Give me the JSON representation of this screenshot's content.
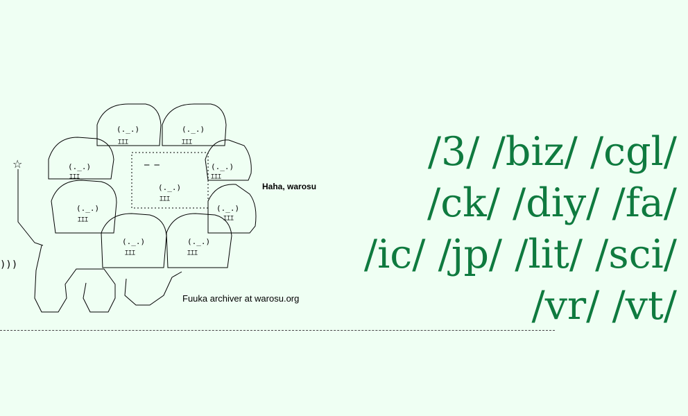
{
  "caption_haha": "Haha, warosu",
  "caption_fuuka": "Fuuka archiver at warosu.org",
  "boards": [
    [
      "/3/",
      "/biz/",
      "/cgl/"
    ],
    [
      "/ck/",
      "/diy/",
      "/fa/"
    ],
    [
      "/ic/",
      "/jp/",
      "/lit/",
      "/sci/"
    ],
    [
      "/vr/",
      "/vt/"
    ]
  ],
  "colors": {
    "background": "#effff3",
    "board_link": "#0f7a3f"
  },
  "art": {
    "star": "☆",
    "sound": ")))",
    "face_mouth": "ｴｴｴ"
  }
}
